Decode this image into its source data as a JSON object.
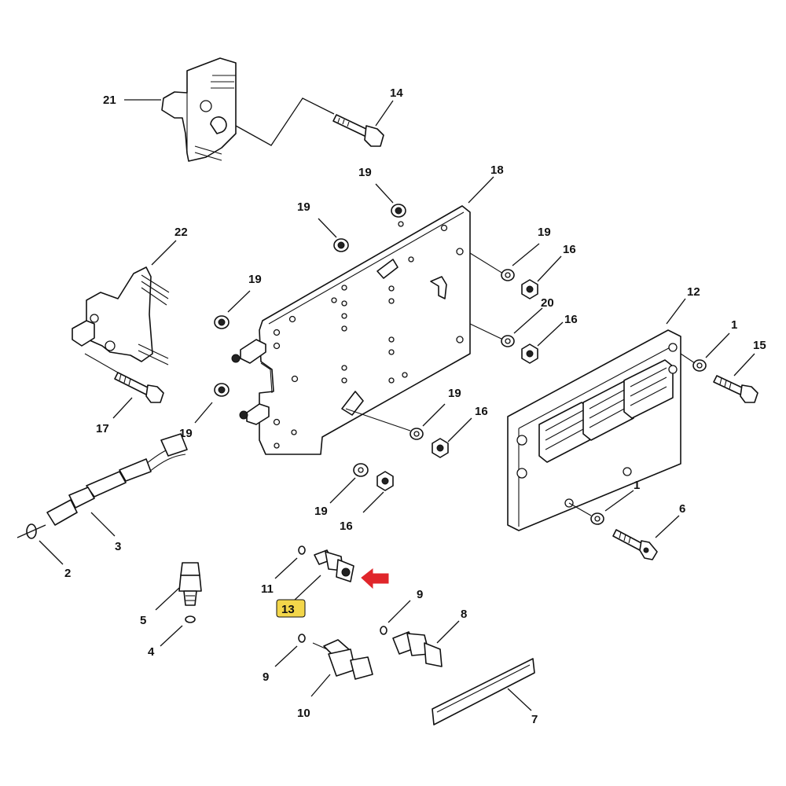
{
  "accent_color": "#e0262b",
  "highlight_color": "#f3d64a",
  "highlighted_part": "13",
  "callouts": {
    "c1a": "1",
    "c1b": "1",
    "c2": "2",
    "c3": "3",
    "c4": "4",
    "c5": "5",
    "c6": "6",
    "c7": "7",
    "c8": "8",
    "c9a": "9",
    "c9b": "9",
    "c10": "10",
    "c11": "11",
    "c12": "12",
    "c13": "13",
    "c14": "14",
    "c15": "15",
    "c16a": "16",
    "c16b": "16",
    "c16c": "16",
    "c16d": "16",
    "c17": "17",
    "c18": "18",
    "c19a": "19",
    "c19b": "19",
    "c19c": "19",
    "c19d": "19",
    "c19e": "19",
    "c19f": "19",
    "c19g": "19",
    "c20": "20",
    "c21": "21",
    "c22": "22"
  }
}
